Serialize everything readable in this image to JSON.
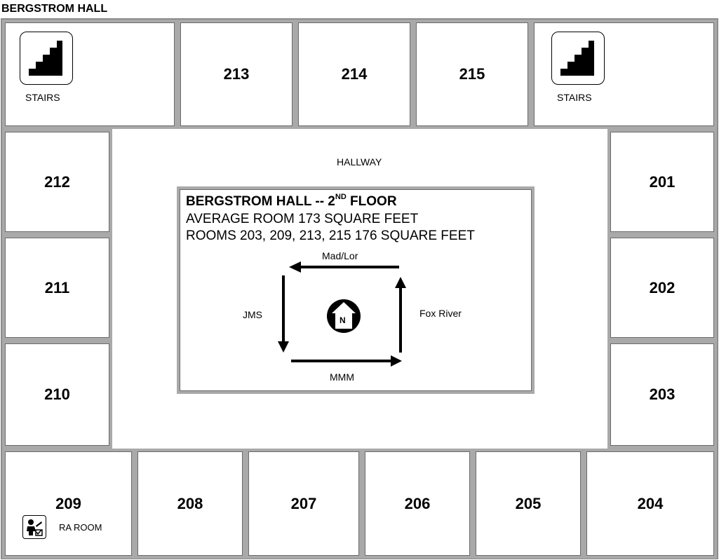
{
  "page_title": "BERGSTROM HALL",
  "hallway_label": "HALLWAY",
  "stairs_label": "STAIRS",
  "ra_label": "RA ROOM",
  "rooms": {
    "r213": "213",
    "r214": "214",
    "r215": "215",
    "r212": "212",
    "r211": "211",
    "r210": "210",
    "r201": "201",
    "r202": "202",
    "r203": "203",
    "r209": "209",
    "r208": "208",
    "r207": "207",
    "r206": "206",
    "r205": "205",
    "r204": "204"
  },
  "legend": {
    "title_prefix": "BERGSTROM HALL -- 2",
    "title_sup": "ND",
    "title_suffix": " FLOOR",
    "line1": "AVERAGE ROOM 173 SQUARE FEET",
    "line2": "ROOMS 203, 209, 213, 215   176 SQUARE FEET"
  },
  "directions": {
    "top": "Mad/Lor",
    "left": "JMS",
    "right": "Fox River",
    "bottom": "MMM",
    "compass": "N"
  },
  "icons": {
    "stairs": "stairs-icon",
    "ra": "ra-room-icon",
    "compass": "north-compass-icon"
  }
}
